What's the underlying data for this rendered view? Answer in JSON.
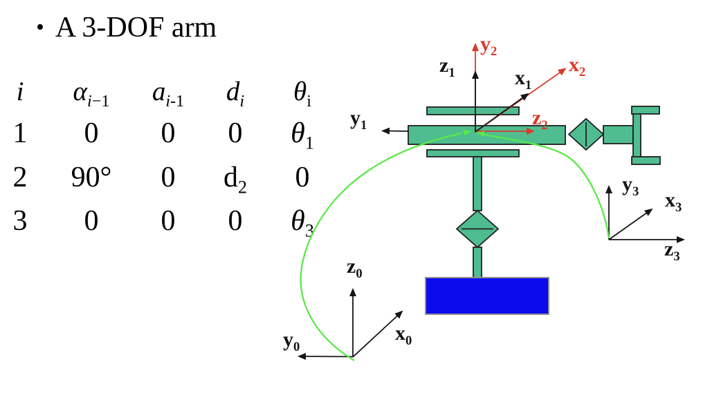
{
  "slide": {
    "bullet": "•",
    "title": "A 3-DOF arm"
  },
  "dh_table": {
    "headers": [
      "<i>i</i>",
      "<i>α</i><sub><i>i</i>−1</sub>",
      "<i>a</i><sub><i>i</i>-1</sub>",
      "<i>d</i><sub><i>i</i></sub>",
      "<i>θ</i><sub>i</sub>"
    ],
    "rows": [
      {
        "cells": [
          "1",
          "0",
          "0",
          "0",
          "<i>θ</i><sub>1</sub>"
        ]
      },
      {
        "cells": [
          "2",
          "90°",
          "0",
          "d<sub>2</sub>",
          "0"
        ]
      },
      {
        "cells": [
          "3",
          "0",
          "0",
          "0",
          "<i>θ</i><sub>3</sub>"
        ]
      }
    ]
  },
  "diagram": {
    "axis_labels": [
      {
        "name": "z0",
        "html": "z<sub>0</sub>",
        "color": "black"
      },
      {
        "name": "y0",
        "html": "y<sub>0</sub>",
        "color": "black"
      },
      {
        "name": "x0",
        "html": "x<sub>0</sub>",
        "color": "black"
      },
      {
        "name": "z1",
        "html": "z<sub>1</sub>",
        "color": "black"
      },
      {
        "name": "y1",
        "html": "y<sub>1</sub>",
        "color": "black"
      },
      {
        "name": "x1",
        "html": "x<sub>1</sub>",
        "color": "black"
      },
      {
        "name": "y2",
        "html": "y<sub>2</sub>",
        "color": "red"
      },
      {
        "name": "x2",
        "html": "x<sub>2</sub>",
        "color": "red"
      },
      {
        "name": "z2",
        "html": "z<sub>2</sub>",
        "color": "red"
      },
      {
        "name": "y3",
        "html": "y<sub>3</sub>",
        "color": "black"
      },
      {
        "name": "x3",
        "html": "x<sub>3</sub>",
        "color": "black"
      },
      {
        "name": "z3",
        "html": "z<sub>3</sub>",
        "color": "black"
      }
    ],
    "colors": {
      "arm_green": "#50bd90",
      "base_blue": "#0b0bee",
      "axis_black": "#151515",
      "frame2_red": "#da3a29",
      "trace_green": "#5ce84a",
      "outline": "#1f1f1f"
    }
  }
}
